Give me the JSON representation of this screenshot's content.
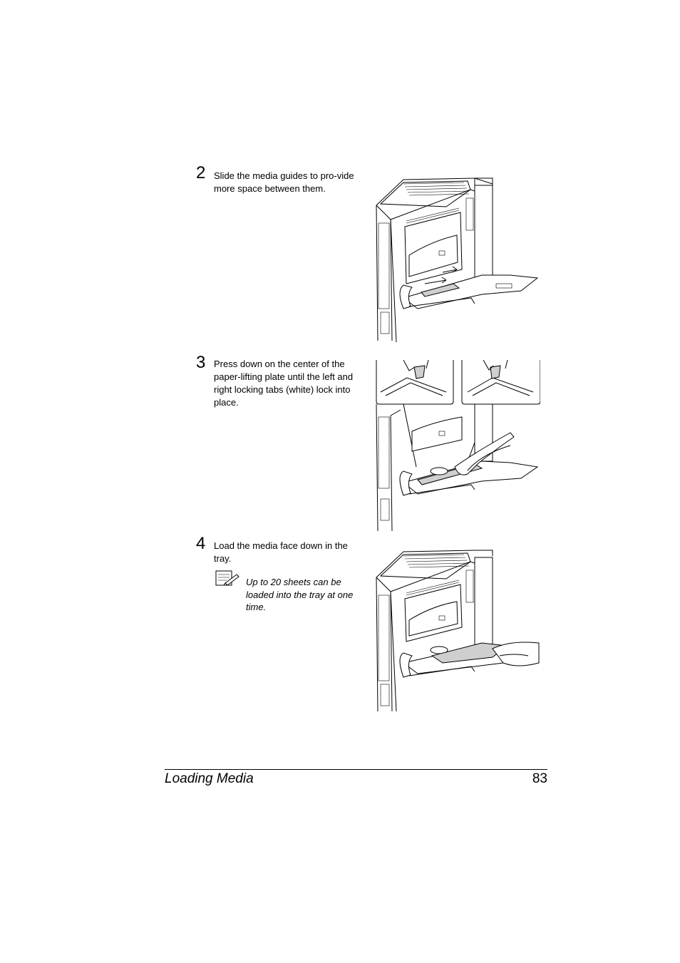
{
  "steps": [
    {
      "number": "2",
      "text": "Slide the media guides to pro-vide more space between them."
    },
    {
      "number": "3",
      "text": "Press down on the center of the paper-lifting plate until the left and right locking tabs (white) lock into place."
    },
    {
      "number": "4",
      "text": "Load the media face down in the tray."
    }
  ],
  "note": {
    "icon": "note-pencil-icon",
    "text": "Up to 20 sheets can be loaded into the tray at one time."
  },
  "footer": {
    "title": "Loading Media",
    "page": "83"
  }
}
